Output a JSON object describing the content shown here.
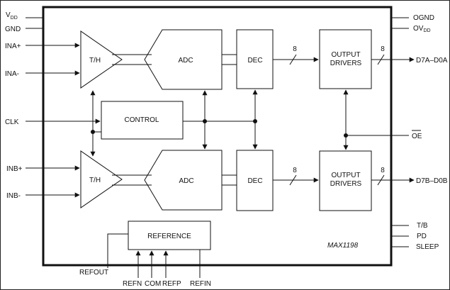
{
  "diagram": {
    "part_number": "MAX1198",
    "blocks": {
      "th_a": "T/H",
      "th_b": "T/H",
      "adc_a": "ADC",
      "adc_b": "ADC",
      "dec_a": "DEC",
      "dec_b": "DEC",
      "out_a_line1": "OUTPUT",
      "out_a_line2": "DRIVERS",
      "out_b_line1": "OUTPUT",
      "out_b_line2": "DRIVERS",
      "control": "CONTROL",
      "reference": "REFERENCE"
    },
    "bus_width": "8",
    "pins": {
      "vdd_main": "V",
      "vdd_sub": "DD",
      "gnd": "GND",
      "ina_plus": "INA+",
      "ina_minus": "INA-",
      "clk": "CLK",
      "inb_plus": "INB+",
      "inb_minus": "INB-",
      "ognd": "OGND",
      "ovdd_main": "OV",
      "ovdd_sub": "DD",
      "d7a_d0a": "D7A–D0A",
      "oe": "OE",
      "d7b_d0b": "D7B–D0B",
      "tb": "T/B",
      "pd": "PD",
      "sleep": "SLEEP",
      "refout": "REFOUT",
      "refn": "REFN",
      "com": "COM",
      "refp": "REFP",
      "refin": "REFIN"
    }
  }
}
